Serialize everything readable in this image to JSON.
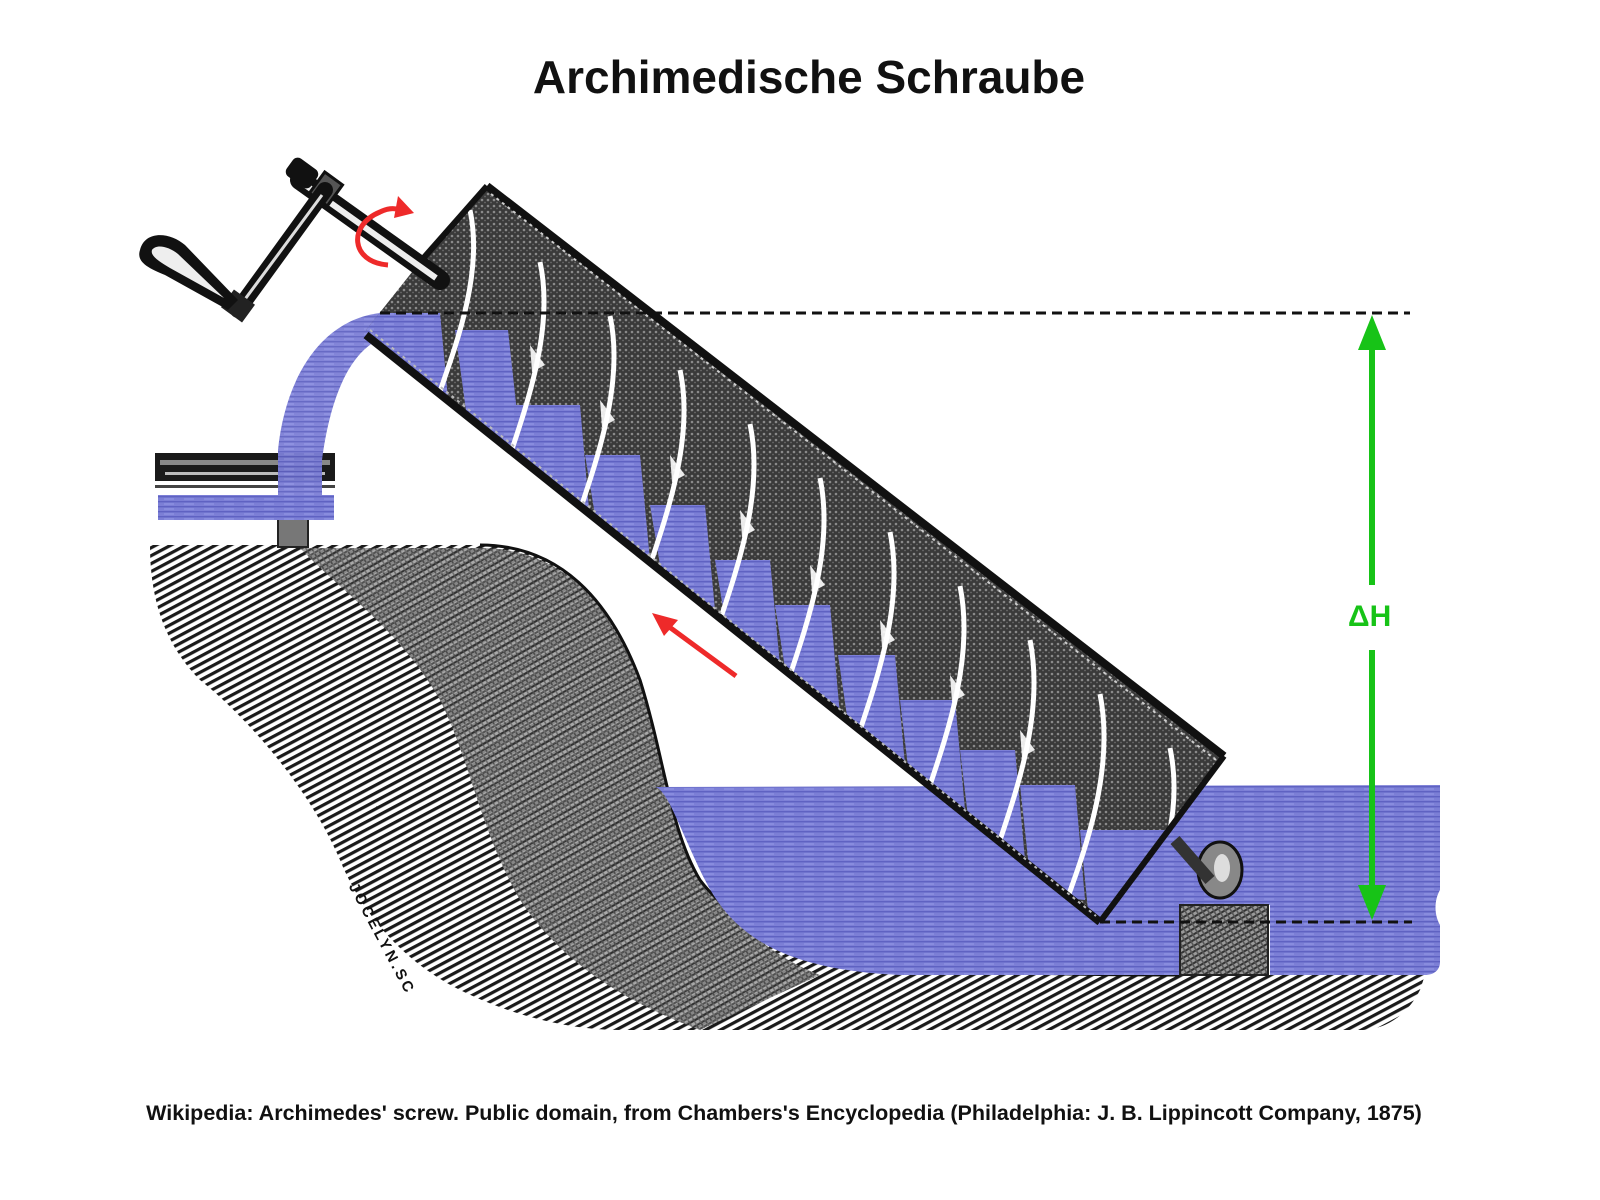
{
  "title": "Archimedische Schraube",
  "caption": "Wikipedia: Archimedes' screw. Public domain, from Chambers's Encyclopedia (Philadelphia: J. B. Lippincott Company, 1875)",
  "diagram": {
    "height_label": "ΔH",
    "engraver_signature": "JOCELYN.SC",
    "elements": [
      {
        "name": "hand-crank",
        "description": "Crank handle turning the screw shaft"
      },
      {
        "name": "rotation-arrow",
        "description": "Red curved arrow indicating rotation direction"
      },
      {
        "name": "screw-tube",
        "description": "Inclined cylinder containing helical screw"
      },
      {
        "name": "water-chambers",
        "description": "Blue water pockets carried up inside the screw"
      },
      {
        "name": "outflow-stream",
        "description": "Water pouring from the top into a trough"
      },
      {
        "name": "upper-trough",
        "description": "Receiving channel at the upper level"
      },
      {
        "name": "lower-reservoir",
        "description": "Lower water body where the screw draws water"
      },
      {
        "name": "flow-arrow",
        "description": "Red straight arrow indicating water travel direction up the screw"
      },
      {
        "name": "height-arrow",
        "description": "Green double arrow indicating lift height ΔH"
      },
      {
        "name": "upper-level-line",
        "description": "Dashed line at upper water level"
      },
      {
        "name": "lower-level-line",
        "description": "Dashed line at lower water level"
      },
      {
        "name": "bearing-block",
        "description": "Lower bearing support for the screw axis"
      },
      {
        "name": "ground",
        "description": "Hatched earth embankment"
      }
    ],
    "colors": {
      "water": "#7c7fd6",
      "water_dark": "#5558b8",
      "rotation_arrow": "#ee2a2a",
      "height_arrow": "#17c317",
      "ink": "#111111"
    }
  }
}
